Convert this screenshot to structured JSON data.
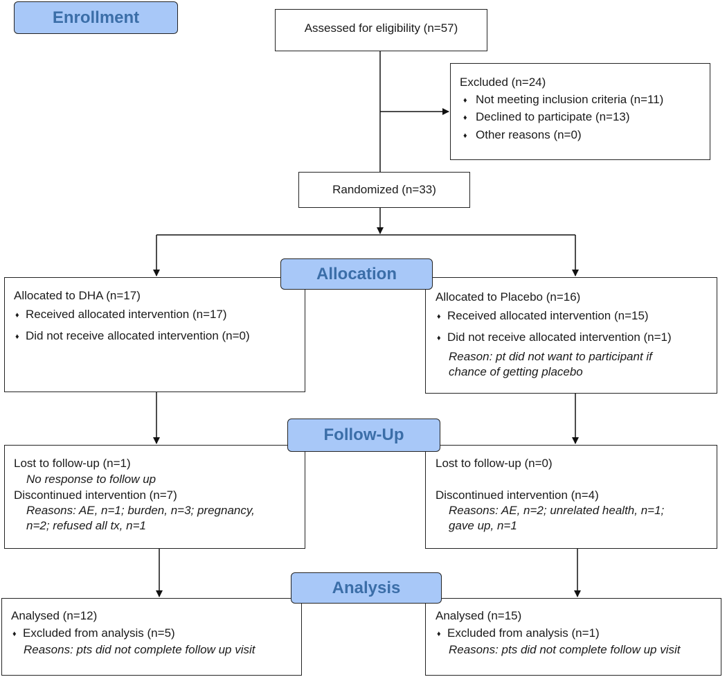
{
  "stages": {
    "enrollment": "Enrollment",
    "allocation": "Allocation",
    "followup": "Follow-Up",
    "analysis": "Analysis"
  },
  "assessed": "Assessed for eligibility (n=57)",
  "excluded": {
    "title": "Excluded (n=24)",
    "items": [
      "Not meeting inclusion criteria (n=11)",
      "Declined to participate (n=13)",
      "Other reasons (n=0)"
    ]
  },
  "randomized": "Randomized (n=33)",
  "bullet": "♦",
  "left": {
    "allocated": "Allocated to DHA (n=17)",
    "received": "Received allocated intervention (n=17)",
    "not_received": "Did not receive allocated intervention (n=0)",
    "lost": "Lost to follow-up (n=1)",
    "lost_reason": "No response to follow up",
    "discontinued": "Discontinued intervention (n=7)",
    "disc_reason_1": "Reasons: AE, n=1; burden, n=3; pregnancy,",
    "disc_reason_2": "n=2; refused all tx, n=1",
    "analysed": "Analysed (n=12)",
    "excluded_analysis": "Excluded from analysis (n=5)",
    "excluded_reason": "Reasons: pts did not complete follow up visit"
  },
  "right": {
    "allocated": "Allocated to Placebo (n=16)",
    "received": "Received allocated intervention (n=15)",
    "not_received": "Did not receive allocated intervention (n=1)",
    "nr_reason_1": "Reason: pt did not want to participant if",
    "nr_reason_2": "chance of getting placebo",
    "lost": "Lost to follow-up (n=0)",
    "discontinued": "Discontinued intervention (n=4)",
    "disc_reason_1": "Reasons: AE, n=2; unrelated health, n=1;",
    "disc_reason_2": "gave up, n=1",
    "analysed": "Analysed (n=15)",
    "excluded_analysis": "Excluded from analysis (n=1)",
    "excluded_reason": "Reasons: pts did not complete follow up visit"
  }
}
